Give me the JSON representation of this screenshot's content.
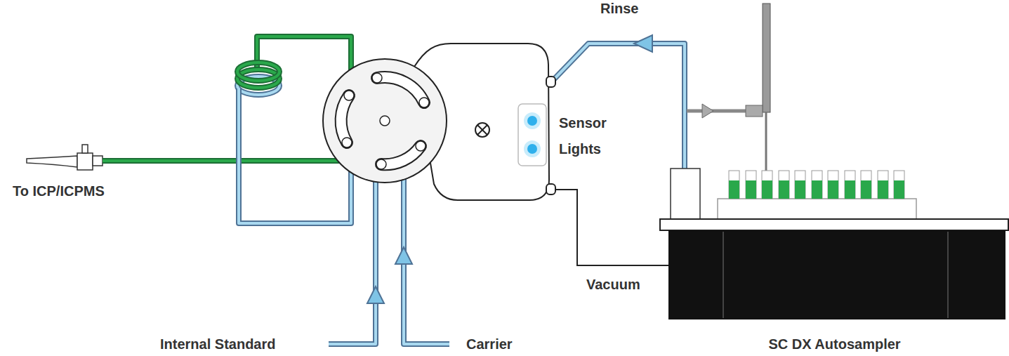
{
  "diagram": {
    "nodes": [
      {
        "text": [
          "Sensor Lights"
        ]
      },
      {
        "text": [
          "SC DX Autosampler"
        ]
      }
    ],
    "labels": [
      "Rinse",
      "To ICP/ICPMS",
      "Vacuum",
      "Internal Standard",
      "Carrier"
    ]
  }
}
